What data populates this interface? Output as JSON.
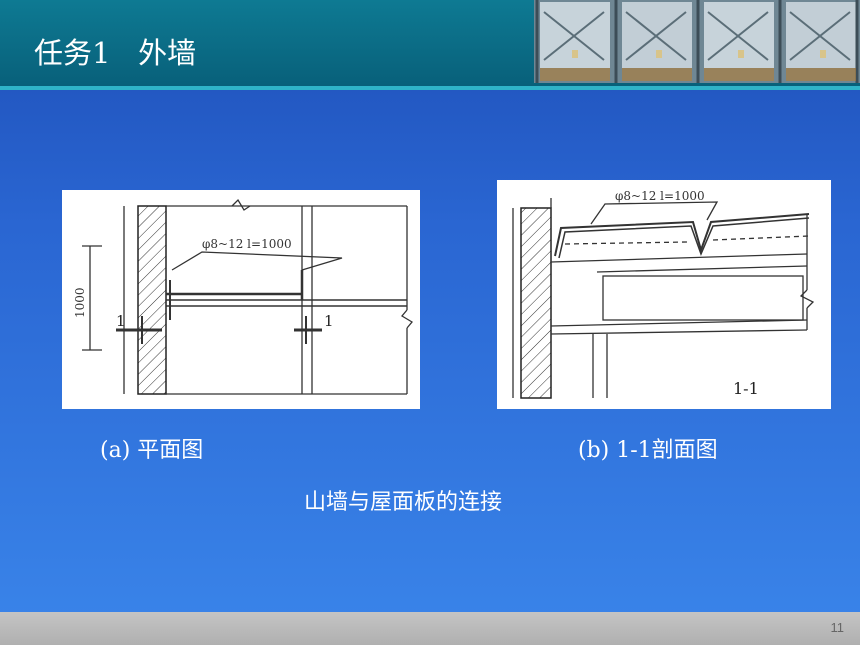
{
  "header": {
    "title": "任务1   外墙"
  },
  "figures": {
    "a": {
      "caption": "(a) 平面图",
      "annotation": "φ8~12  l=1000",
      "dim": "1000",
      "mark_left": "1",
      "mark_right": "1"
    },
    "b": {
      "caption": "(b) 1-1剖面图",
      "annotation": "φ8~12  l=1000",
      "section": "1-1"
    }
  },
  "main_caption": "山墙与屋面板的连接",
  "footer": {
    "page_number": "11"
  },
  "colors": {
    "header": "#08607a",
    "accent_line": "#2fb3c8",
    "background": "#2a66d2",
    "footer": "#b8b8b8"
  }
}
